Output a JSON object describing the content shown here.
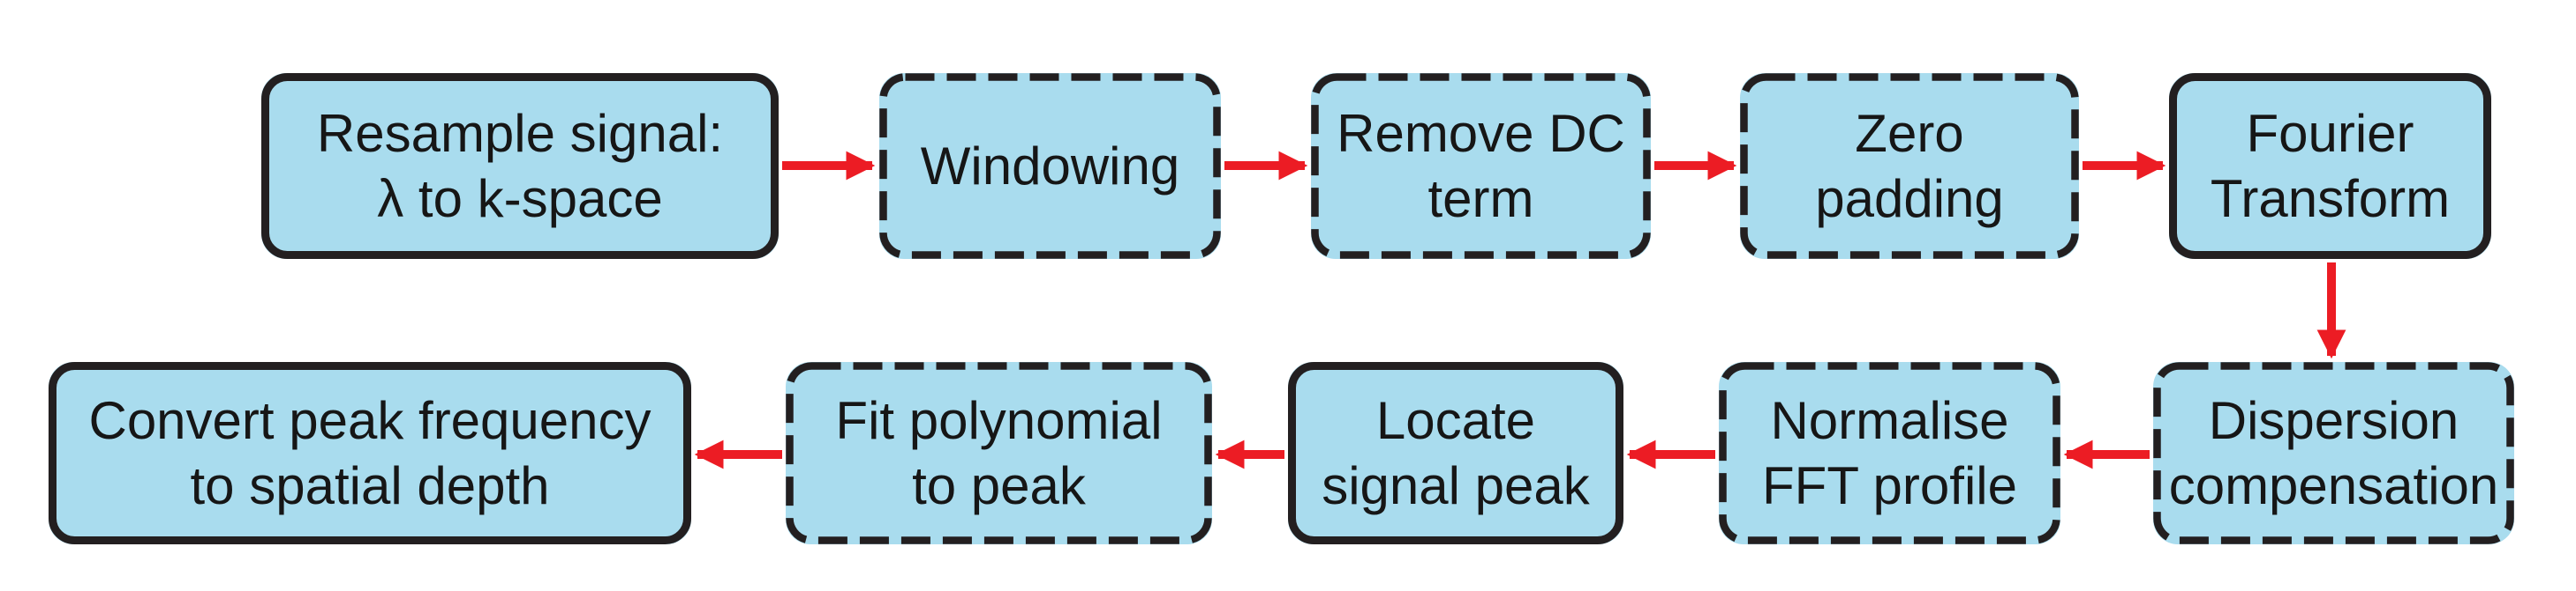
{
  "diagram": {
    "type": "flowchart",
    "description": "Signal processing pipeline from resampled spectrum to spatial depth profile",
    "colors": {
      "node_fill": "#a9dcee",
      "node_border": "#231f20",
      "arrow": "#ec1c24",
      "text": "#161616",
      "background": "#ffffff"
    },
    "nodes": [
      {
        "id": "resample",
        "label": "Resample signal:\nλ to k-space",
        "border": "solid",
        "row": "top"
      },
      {
        "id": "windowing",
        "label": "Windowing",
        "border": "dashed",
        "row": "top"
      },
      {
        "id": "remove-dc",
        "label": "Remove DC\nterm",
        "border": "dashed",
        "row": "top"
      },
      {
        "id": "zero-padding",
        "label": "Zero\npadding",
        "border": "dashed",
        "row": "top"
      },
      {
        "id": "fourier-transform",
        "label": "Fourier\nTransform",
        "border": "solid",
        "row": "top"
      },
      {
        "id": "dispersion-compensation",
        "label": "Dispersion\ncompensation",
        "border": "dashed",
        "row": "bottom"
      },
      {
        "id": "normalise-fft-profile",
        "label": "Normalise\nFFT profile",
        "border": "dashed",
        "row": "bottom"
      },
      {
        "id": "locate-signal-peak",
        "label": "Locate\nsignal peak",
        "border": "solid",
        "row": "bottom"
      },
      {
        "id": "fit-polynomial",
        "label": "Fit polynomial\nto peak",
        "border": "dashed",
        "row": "bottom"
      },
      {
        "id": "convert-to-depth",
        "label": "Convert peak frequency\nto spatial depth",
        "border": "solid",
        "row": "bottom"
      }
    ],
    "edges": [
      {
        "from": "resample",
        "to": "windowing",
        "direction": "right"
      },
      {
        "from": "windowing",
        "to": "remove-dc",
        "direction": "right"
      },
      {
        "from": "remove-dc",
        "to": "zero-padding",
        "direction": "right"
      },
      {
        "from": "zero-padding",
        "to": "fourier-transform",
        "direction": "right"
      },
      {
        "from": "fourier-transform",
        "to": "dispersion-compensation",
        "direction": "down"
      },
      {
        "from": "dispersion-compensation",
        "to": "normalise-fft-profile",
        "direction": "left"
      },
      {
        "from": "normalise-fft-profile",
        "to": "locate-signal-peak",
        "direction": "left"
      },
      {
        "from": "locate-signal-peak",
        "to": "fit-polynomial",
        "direction": "left"
      },
      {
        "from": "fit-polynomial",
        "to": "convert-to-depth",
        "direction": "left"
      }
    ]
  }
}
